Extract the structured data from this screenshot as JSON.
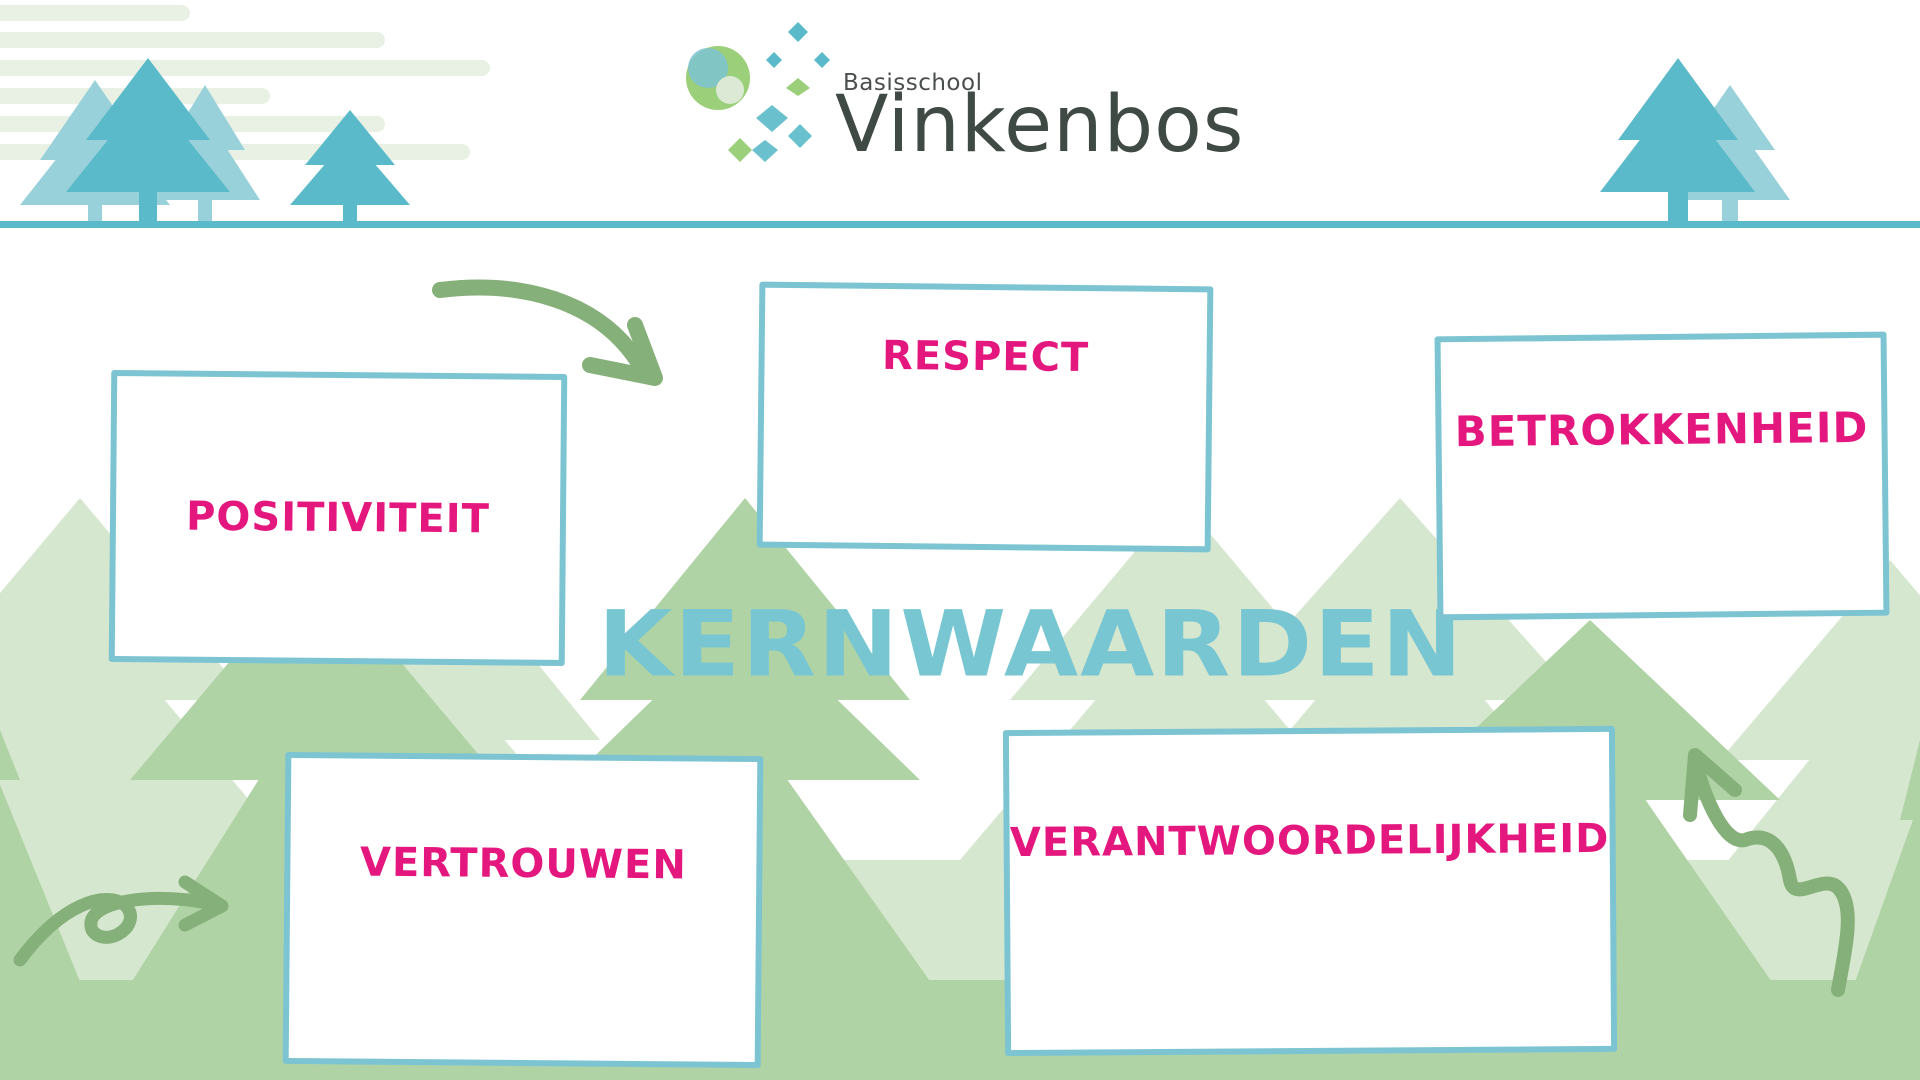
{
  "logo": {
    "subtitle": "Basisschool",
    "name": "Vinkenbos"
  },
  "diagram": {
    "title": "KERNWAARDEN",
    "values": [
      "RESPECT",
      "POSITIVITEIT",
      "BETROKKENHEID",
      "VERTROUWEN",
      "VERANTWOORDELIJKHEID"
    ]
  },
  "colors": {
    "accent_teal": "#5bbac9",
    "card_border": "#7cc4d1",
    "value_text": "#e4177f",
    "tree_light": "#d6e7cf",
    "tree_dark": "#b0d3a6",
    "arrow": "#86b07a"
  }
}
